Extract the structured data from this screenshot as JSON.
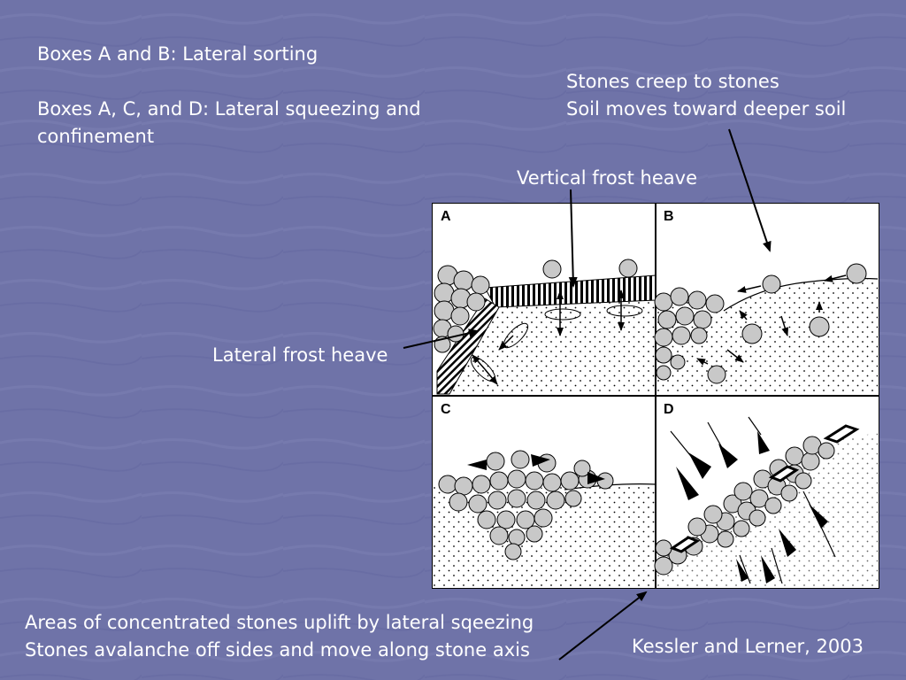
{
  "slide": {
    "text_sorting": "Boxes A and B: Lateral sorting",
    "text_squeezing_1": "Boxes A, C, and D: Lateral squeezing and",
    "text_squeezing_2": "confinement",
    "callout_creep_1": "Stones creep to stones",
    "callout_creep_2": "Soil moves toward deeper soil",
    "callout_vertical": "Vertical frost heave",
    "callout_lateral": "Lateral frost heave",
    "bottom_line_1": "Areas of concentrated stones uplift by lateral sqeezing",
    "bottom_line_2": "Stones avalanche off sides and move along stone axis",
    "citation": "Kessler and Lerner, 2003"
  },
  "figure": {
    "panels": [
      {
        "label": "A"
      },
      {
        "label": "B"
      },
      {
        "label": "C"
      },
      {
        "label": "D"
      }
    ]
  },
  "colors": {
    "background": "#6f73a8",
    "text": "#ffffff",
    "stone_fill": "#c8c8c8",
    "ink": "#000000"
  }
}
